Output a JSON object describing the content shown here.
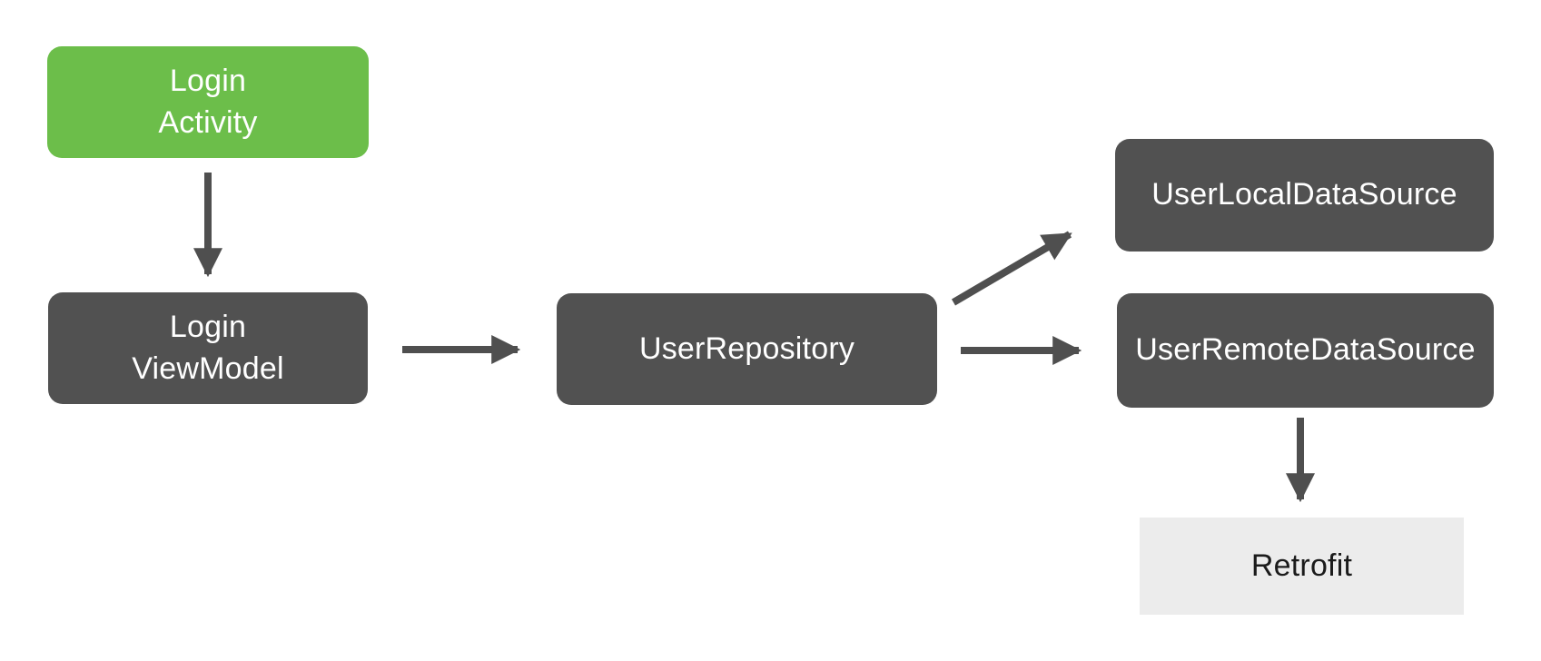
{
  "page": {
    "background_color": "#ffffff",
    "type": "architecture-diagram"
  },
  "colors": {
    "node_green": "#6cbe4a",
    "node_dark": "#515151",
    "node_light": "#ececec",
    "arrow": "#4f4f4f",
    "text_on_dark": "#ffffff",
    "text_on_light": "#1b1b1b"
  },
  "diagram": {
    "nodes": {
      "login_activity": {
        "lines": [
          "Login",
          "Activity"
        ]
      },
      "login_viewmodel": {
        "lines": [
          "Login",
          "ViewModel"
        ]
      },
      "user_repository": {
        "lines": [
          "UserRepository"
        ]
      },
      "user_local_data_source": {
        "lines": [
          "UserLocalDataSource"
        ]
      },
      "user_remote_data_source": {
        "lines": [
          "UserRemoteDataSource"
        ]
      },
      "retrofit": {
        "lines": [
          "Retrofit"
        ]
      }
    },
    "edges": [
      {
        "from": "login_activity",
        "to": "login_viewmodel",
        "direction": "down"
      },
      {
        "from": "login_viewmodel",
        "to": "user_repository",
        "direction": "right"
      },
      {
        "from": "user_repository",
        "to": "user_local_data_source",
        "direction": "up-right"
      },
      {
        "from": "user_repository",
        "to": "user_remote_data_source",
        "direction": "right"
      },
      {
        "from": "user_remote_data_source",
        "to": "retrofit",
        "direction": "down"
      }
    ]
  }
}
